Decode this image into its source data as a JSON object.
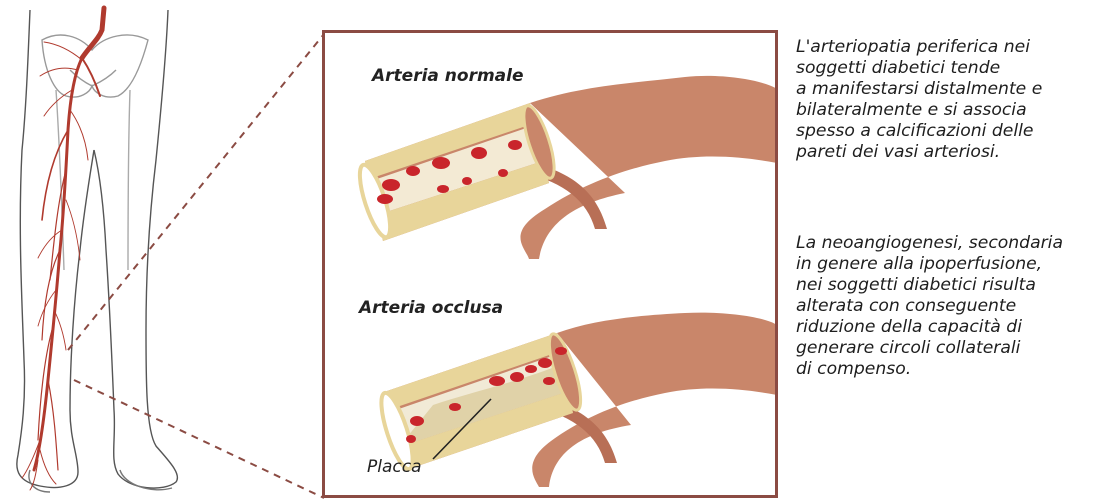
{
  "diagram": {
    "labels": {
      "normal_artery": "Arteria normale",
      "occluded_artery": "Arteria occlusa",
      "plaque": "Placca"
    },
    "paragraph_1_lines": [
      "L'arteriopatia periferica nei",
      "soggetti diabetici tende",
      "a manifestarsi distalmente e",
      "bilateralmente e si associa",
      "spesso a calcificazioni delle",
      "pareti dei vasi arteriosi."
    ],
    "paragraph_2_lines": [
      "La neoangiogenesi, secondaria",
      "in genere alla ipoperfusione,",
      "nei soggetti diabetici risulta",
      "alterata con conseguente",
      "riduzione della capacità di",
      "generare circoli collaterali",
      "di compenso."
    ]
  },
  "colors": {
    "frame": "#8b4b43",
    "artery": "#b03a2e",
    "vessel_outer": "#c9866a",
    "vessel_inner": "#b86f56",
    "vessel_wall": "#e8d59a",
    "blood_cell": "#c9252b",
    "plaque": "#f1ead6"
  }
}
